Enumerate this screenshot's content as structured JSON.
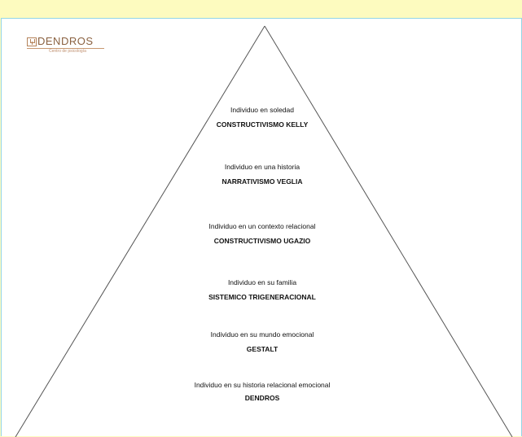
{
  "logo": {
    "name": "DENDROS",
    "tagline": "Centro de psicología"
  },
  "pyramid": {
    "stroke": "#555555",
    "levels": [
      {
        "description": "Individuo en soledad",
        "school": "CONSTRUCTIVISMO KELLY"
      },
      {
        "description": "Individuo en una historia",
        "school": "NARRATIVISMO VEGLIA"
      },
      {
        "description": "Individuo en un contexto relacional",
        "school": "CONSTRUCTIVISMO UGAZIO"
      },
      {
        "description": "Individuo en su familia",
        "school": "SISTEMICO TRIGENERACIONAL"
      },
      {
        "description": "Individuo en su mundo emocional",
        "school": "GESTALT"
      },
      {
        "description": "Individuo en su historia relacional emocional",
        "school": "DENDROS"
      }
    ]
  },
  "colors": {
    "background": "#fdfbbf",
    "canvas": "#ffffff",
    "canvas_border": "#94d6e6",
    "logo": "#8a6140"
  }
}
